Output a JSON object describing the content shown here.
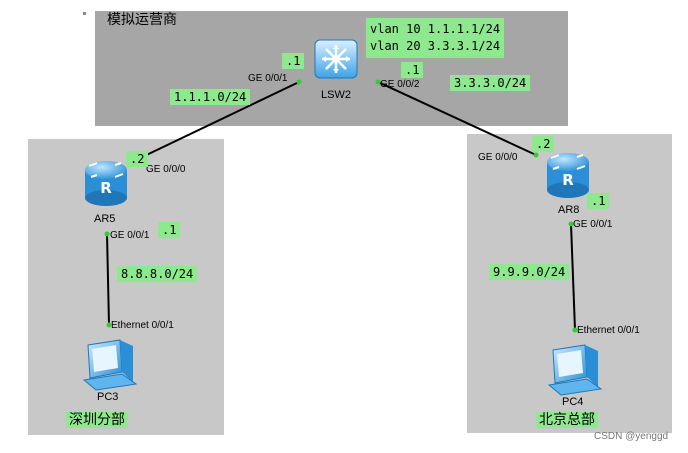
{
  "zones": {
    "isp": "模拟运营商",
    "branch": "深圳分部",
    "hq": "北京总部"
  },
  "vlans": [
    "vlan 10 1.1.1.1/24",
    "vlan 20 3.3.3.1/24"
  ],
  "devices": {
    "lsw2": "LSW2",
    "ar5": "AR5",
    "ar8": "AR8",
    "pc3": "PC3",
    "pc4": "PC4"
  },
  "ports": {
    "lsw2_left": "GE 0/0/1",
    "lsw2_right": "GE 0/0/2",
    "ar5_up": "GE 0/0/0",
    "ar5_down": "GE 0/0/1",
    "pc3": "Ethernet 0/0/1",
    "ar8_up": "GE 0/0/0",
    "ar8_down": "GE 0/0/1",
    "pc4": "Ethernet 0/0/1"
  },
  "host_ids": {
    "lsw2_left": ".1",
    "lsw2_right": ".1",
    "ar5_up": ".2",
    "ar5_down": ".1",
    "ar8_up": ".2",
    "ar8_down": ".1"
  },
  "subnets": {
    "isp_left": "1.1.1.0/24",
    "isp_right": "3.3.3.0/24",
    "branch_lan": "8.8.8.0/24",
    "hq_lan": "9.9.9.0/24"
  },
  "watermark": "CSDN @yenggd",
  "colors": {
    "isp_zone": "#a6a6a6",
    "site_zone": "#c8c8c8",
    "label_green": "#8ee88e",
    "device_blue": "#4aaee8",
    "port_dot": "#33cc33"
  }
}
